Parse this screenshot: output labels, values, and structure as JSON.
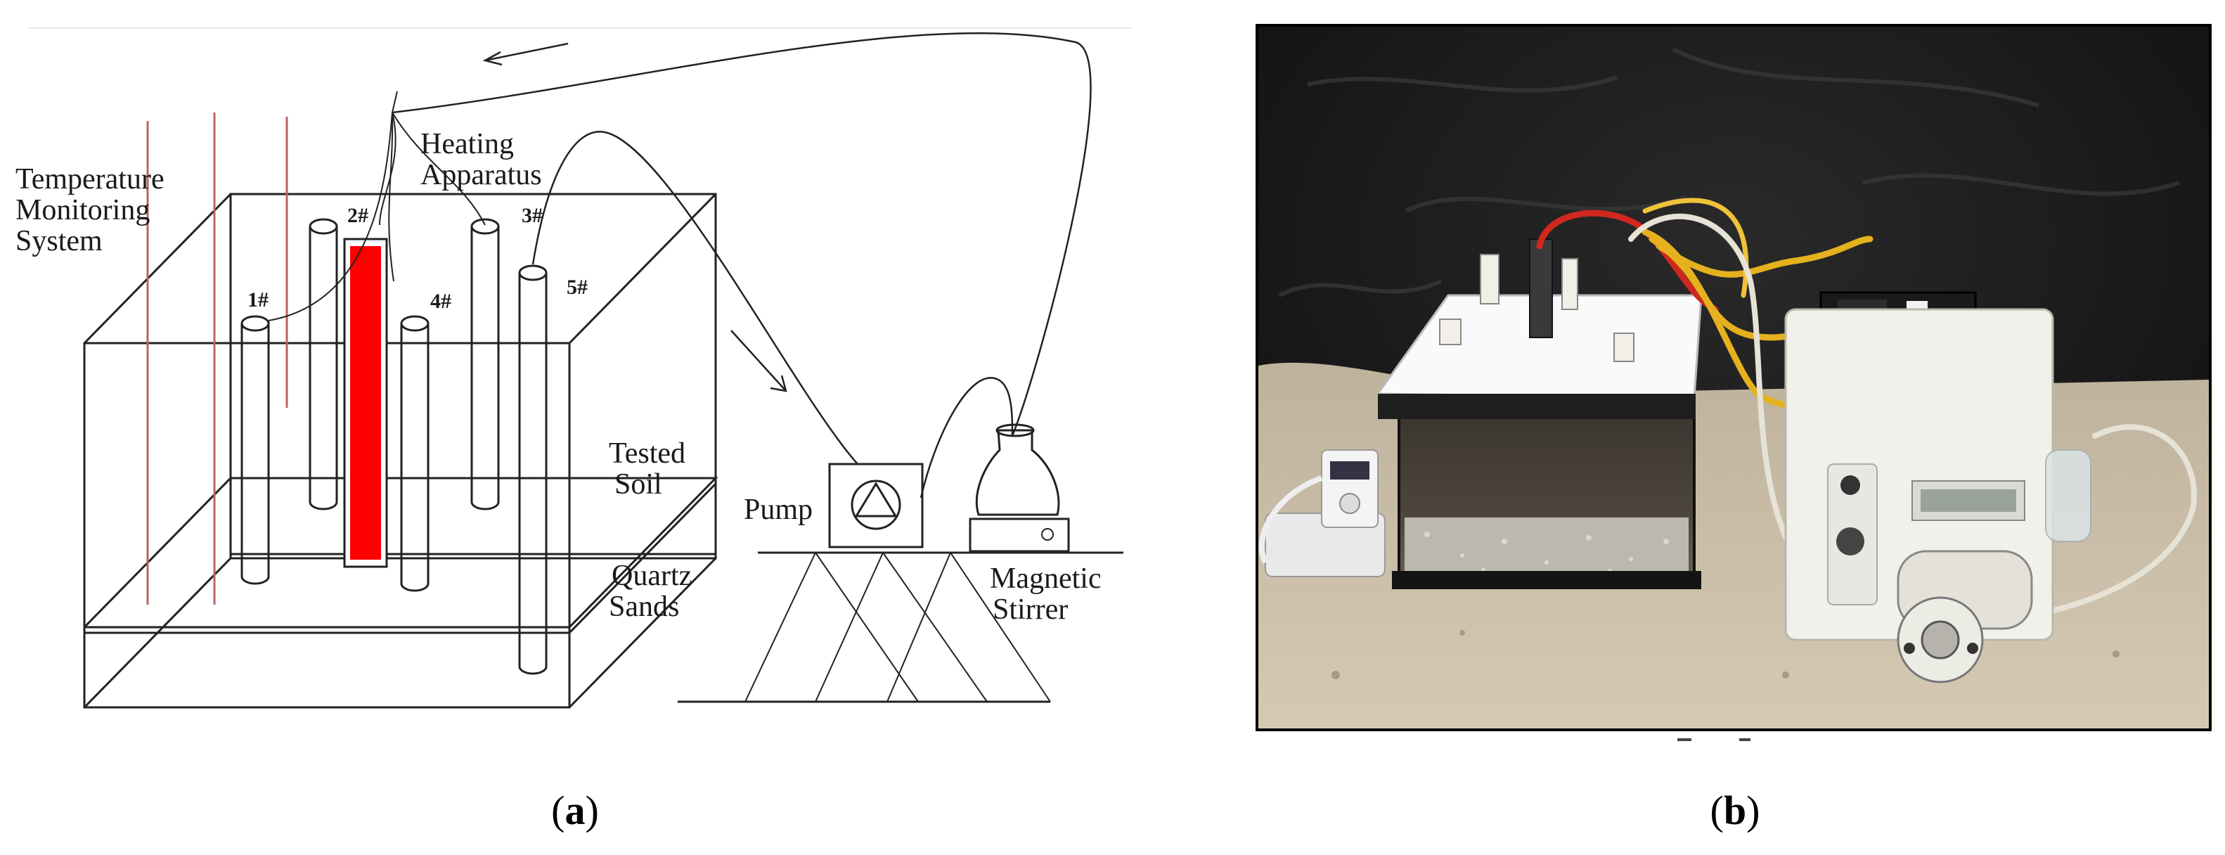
{
  "panel_a": {
    "labels": {
      "temp_line1": "Temperature",
      "temp_line2": "Monitoring",
      "temp_line3": "System",
      "heating_line1": "Heating",
      "heating_line2": "Apparatus",
      "tested_line1": "Tested",
      "tested_line2": "Soil",
      "quartz_line1": "Quartz",
      "quartz_line2": "Sands",
      "pump": "Pump",
      "stirrer_line1": "Magnetic",
      "stirrer_line2": "Stirrer"
    },
    "wells": [
      "1#",
      "2#",
      "3#",
      "4#",
      "5#"
    ],
    "heater_color": "#ff0000",
    "probe_color": "#c06060"
  },
  "panel_b": {
    "background_color": "#1b1b1b",
    "floor_color": "#cdbfa8"
  },
  "captions": {
    "a_open": "(",
    "a_letter": "a",
    "a_close": ")",
    "b_open": "(",
    "b_letter": "b",
    "b_close": ")"
  }
}
